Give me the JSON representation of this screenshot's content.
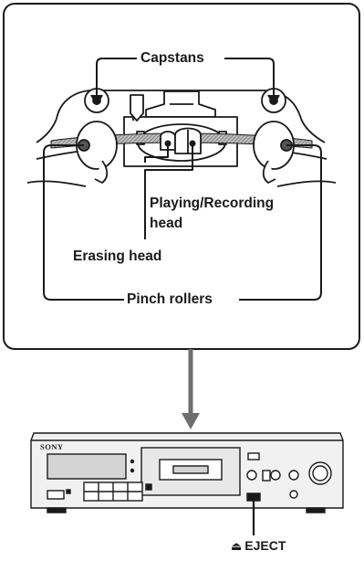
{
  "labels": {
    "capstans": "Capstans",
    "playing_recording_head_line1": "Playing/Recording",
    "playing_recording_head_line2": "head",
    "erasing_head": "Erasing head",
    "pinch_rollers": "Pinch rollers",
    "eject": "EJECT",
    "eject_symbol": "⏏"
  },
  "deck": {
    "brand": "SONY"
  },
  "colors": {
    "outline": "#1a1a1a",
    "box_fill": "#ffffff",
    "tape_dark": "#6a6a6a",
    "tape_light": "#b5b5b5",
    "deck_face": "#f1f1f1",
    "display": "#d4d4d4"
  }
}
